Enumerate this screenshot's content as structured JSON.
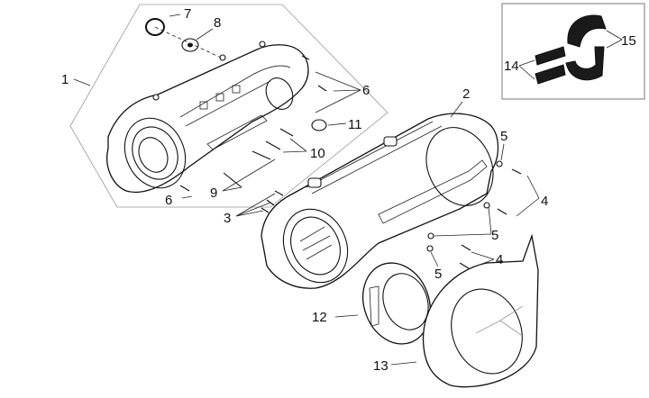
{
  "diagram": {
    "type": "exploded-parts-diagram",
    "subject": "transmission cover assembly",
    "callouts": [
      {
        "id": "1",
        "label": "1",
        "part": "outer transmission cover (kit)"
      },
      {
        "id": "2",
        "label": "2",
        "part": "inner transmission cover"
      },
      {
        "id": "3",
        "label": "3",
        "part": "screws (x3)"
      },
      {
        "id": "4a",
        "label": "4",
        "part": "screws (upper pair)"
      },
      {
        "id": "4b",
        "label": "4",
        "part": "screws (lower pair)"
      },
      {
        "id": "5a",
        "label": "5",
        "part": "dowel (top)"
      },
      {
        "id": "5b",
        "label": "5",
        "part": "dowels (middle pair)"
      },
      {
        "id": "5c",
        "label": "5",
        "part": "dowel (bottom)"
      },
      {
        "id": "6a",
        "label": "6",
        "part": "screws (upper pair)"
      },
      {
        "id": "6b",
        "label": "6",
        "part": "screw (lower)"
      },
      {
        "id": "7",
        "label": "7",
        "part": "circlip"
      },
      {
        "id": "8",
        "label": "8",
        "part": "bearing"
      },
      {
        "id": "9",
        "label": "9",
        "part": "long screws"
      },
      {
        "id": "10",
        "label": "10",
        "part": "screws"
      },
      {
        "id": "11",
        "label": "11",
        "part": "plug cap"
      },
      {
        "id": "12",
        "label": "12",
        "part": "air duct cover"
      },
      {
        "id": "13",
        "label": "13",
        "part": "outer decorative cover"
      },
      {
        "id": "14",
        "label": "14",
        "part": "foam pads (inset)"
      },
      {
        "id": "15",
        "label": "15",
        "part": "foam seals (inset)"
      }
    ]
  }
}
